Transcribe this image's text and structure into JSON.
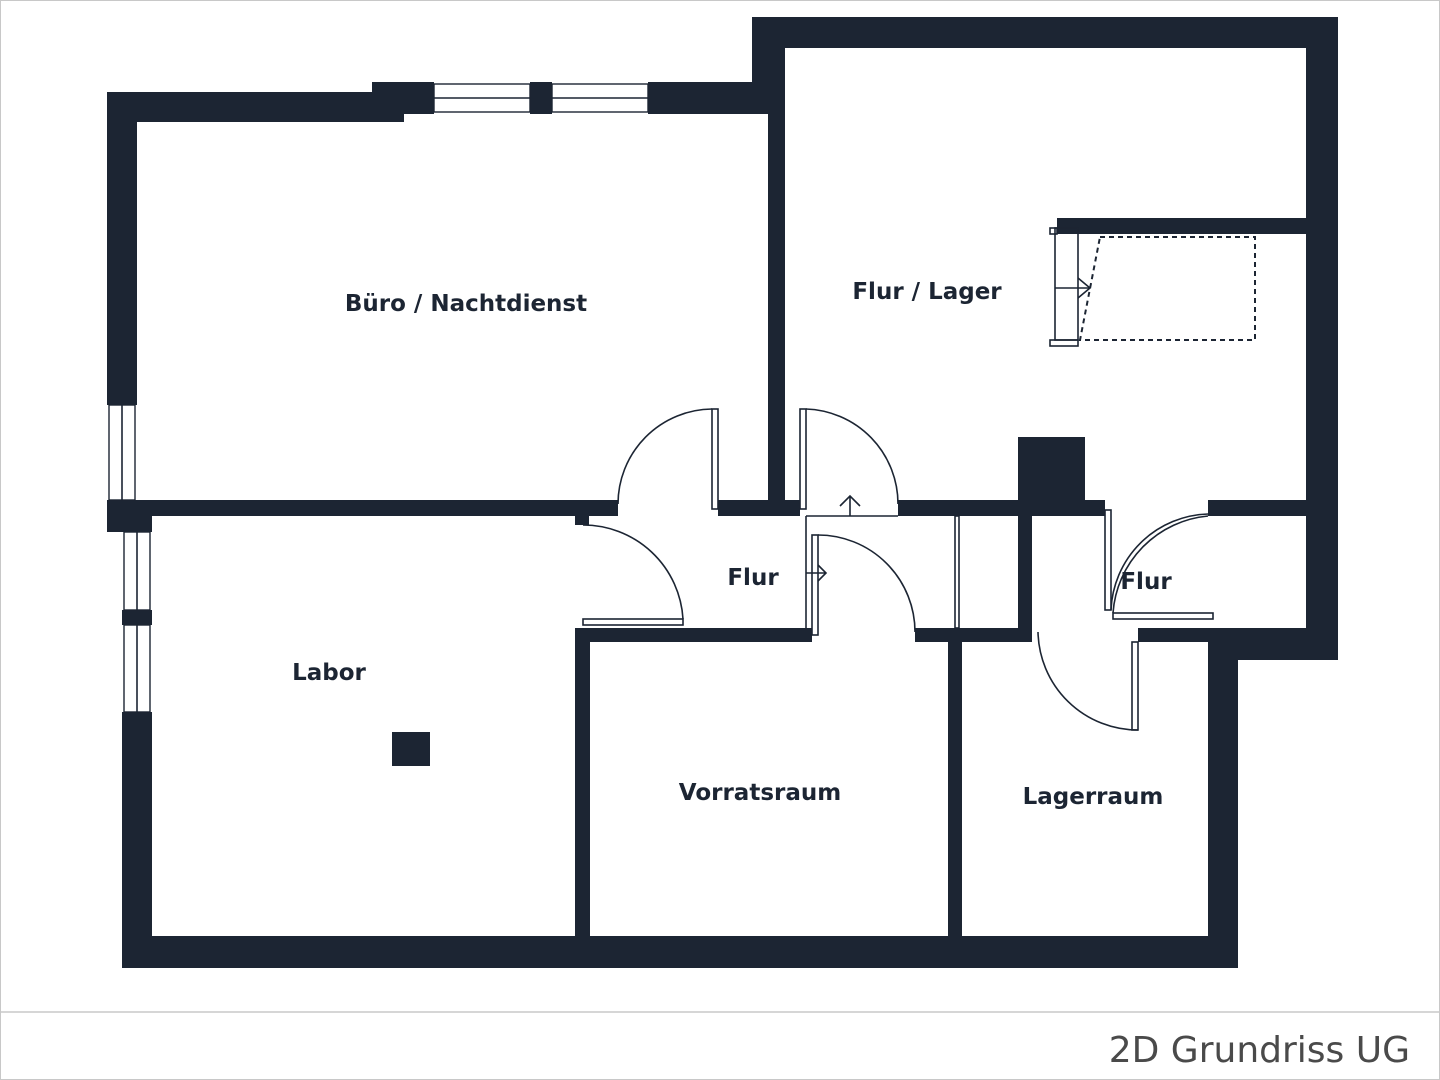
{
  "rooms": {
    "buero": "Büro / Nachtdienst",
    "flur_lager": "Flur / Lager",
    "flur_center": "Flur",
    "flur_right": "Flur",
    "labor": "Labor",
    "vorratsraum": "Vorratsraum",
    "lagerraum": "Lagerraum"
  },
  "caption": "2D Grundriss UG",
  "colors": {
    "wall": "#1c2533",
    "caption": "#4a4a4a",
    "frame": "#c8c8c8"
  }
}
